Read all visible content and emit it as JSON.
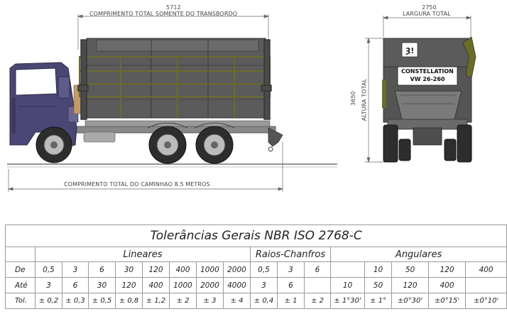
{
  "dimensions": {
    "bed_length_value": "5712",
    "bed_length_label": "COMPRIMENTO TOTAL SOMENTE DO TRANSBORDO",
    "width_value": "2750",
    "width_label": "LARGURA TOTAL",
    "height_value": "3650",
    "height_label": "ALTURA TOTAL",
    "truck_length_label": "COMPRIMENTO TOTAL DO CAMINHAO 8.5 METROS"
  },
  "rear_plate": {
    "line1": "CONSTELLATION",
    "line2": "VW 26-260"
  },
  "colors": {
    "cab": "#4a4775",
    "container": "#5b5b5b",
    "frame": "#6b6b2a",
    "line": "#555555"
  },
  "table": {
    "title": "Tolerâncias Gerais  NBR ISO 2768-C",
    "groups": [
      "Lineares",
      "Raios-Chanfros",
      "Angulares"
    ],
    "rows": [
      {
        "label": "De",
        "cells": [
          "0,5",
          "3",
          "6",
          "30",
          "120",
          "400",
          "1000",
          "2000",
          "0,5",
          "3",
          "6",
          "",
          "10",
          "50",
          "120",
          "400"
        ]
      },
      {
        "label": "Até",
        "cells": [
          "3",
          "6",
          "30",
          "120",
          "400",
          "1000",
          "2000",
          "4000",
          "3",
          "6",
          "",
          "10",
          "50",
          "120",
          "400",
          ""
        ]
      },
      {
        "label": "Tol.",
        "cells": [
          "± 0,2",
          "± 0,3",
          "± 0,5",
          "± 0,8",
          "± 1,2",
          "± 2",
          "± 3",
          "± 4",
          "± 0,4",
          "± 1",
          "± 2",
          "± 1°30'",
          "± 1°",
          "±0°30'",
          "±0°15'",
          "±0°10'"
        ]
      }
    ]
  }
}
